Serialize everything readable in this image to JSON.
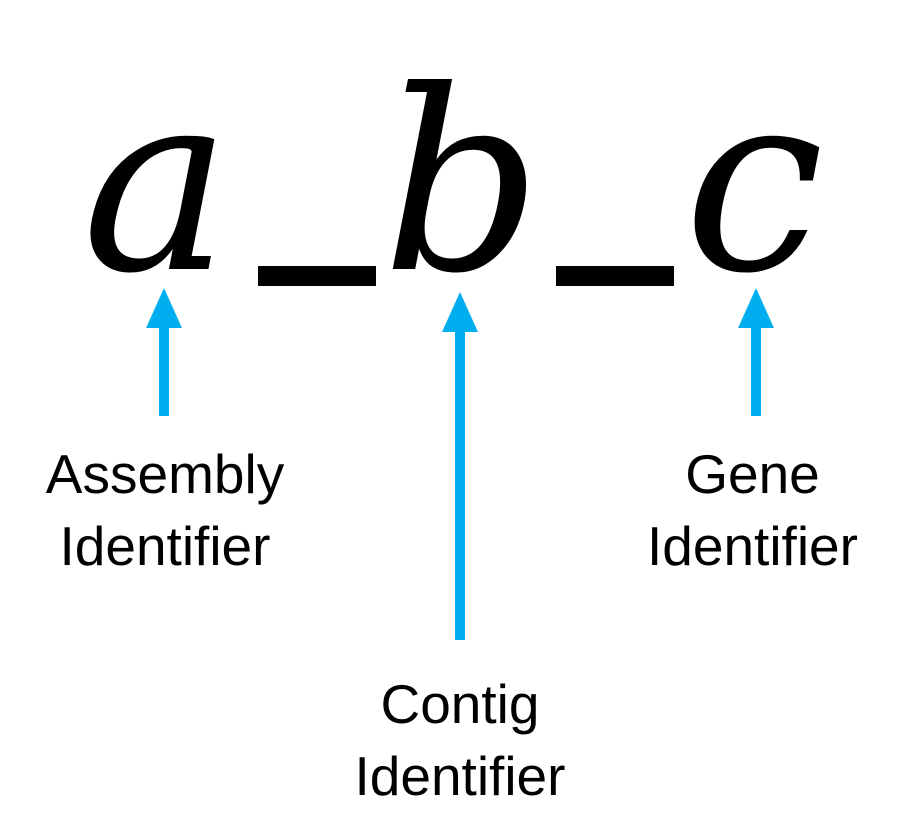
{
  "formula": {
    "first": "a",
    "second": "b",
    "third": "c"
  },
  "labels": {
    "assembly": {
      "line1": "Assembly",
      "line2": "Identifier"
    },
    "contig": {
      "line1": "Contig",
      "line2": "Identifier"
    },
    "gene": {
      "line1": "Gene",
      "line2": "Identifier"
    }
  },
  "colors": {
    "arrow": "#00AEEF",
    "text": "#000000"
  }
}
